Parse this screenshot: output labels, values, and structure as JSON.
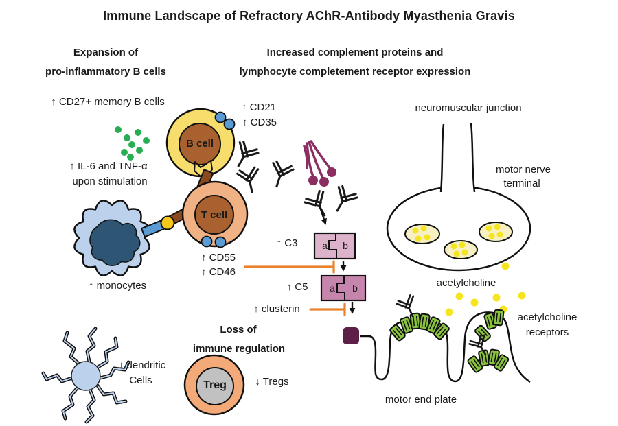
{
  "title": "Immune Landscape of Refractory AChR-Antibody Myasthenia Gravis",
  "left": {
    "heading1": "Expansion of",
    "heading2": "pro-inflammatory B cells",
    "cd27": "↑ CD27+ memory B cells",
    "il6_1": "↑ IL-6 and TNF-α",
    "il6_2": "upon stimulation",
    "b_cell": "B cell",
    "t_cell": "T cell",
    "monocytes": "↑ monocytes",
    "dendritic1": "↓ dendritic",
    "dendritic2": "Cells"
  },
  "middle": {
    "heading1": "Increased complement proteins and",
    "heading2": "lymphocyte completement receptor expression",
    "cd21": "↑ CD21",
    "cd35": "↑ CD35",
    "cd55": "↑ CD55",
    "cd46": "↑ CD46",
    "c3": "↑ C3",
    "c5": "↑ C5",
    "clusterin": "↑ clusterin",
    "sub_a": "a",
    "sub_b": "b",
    "loss1": "Loss of",
    "loss2": "immune regulation",
    "treg": "Treg",
    "tregs": "↓ Tregs"
  },
  "right": {
    "nmj": "neuromuscular junction",
    "motor_nerve1": "motor nerve",
    "motor_nerve2": "terminal",
    "ach": "acetylcholine",
    "achr1": "acetylcholine",
    "achr2": "receptors",
    "end_plate": "motor end plate"
  },
  "colors": {
    "b_cell_body": "#f6dd6c",
    "t_cell_body": "#f0b184",
    "nucleus_brown": "#a9622f",
    "monocyte_body": "#bcd2ec",
    "monocyte_nucleus": "#2e5574",
    "cytokine_green": "#27ae52",
    "receptor_blue": "#5b9bd5",
    "mhc_yellow": "#f5c61c",
    "connector_brown": "#8a4a20",
    "c1q_purple": "#8b2f62",
    "c3_pink": "#ddb3cc",
    "c5_pink": "#c685ad",
    "mac_purple": "#5e1f47",
    "inhibit_orange": "#e8822e",
    "treg_ring": "#f3a978",
    "treg_core": "#c2c1c1",
    "achr_green": "#8ac43f",
    "ach_yellow": "#f5e521",
    "vesicle_cream": "#f7f0c2"
  }
}
